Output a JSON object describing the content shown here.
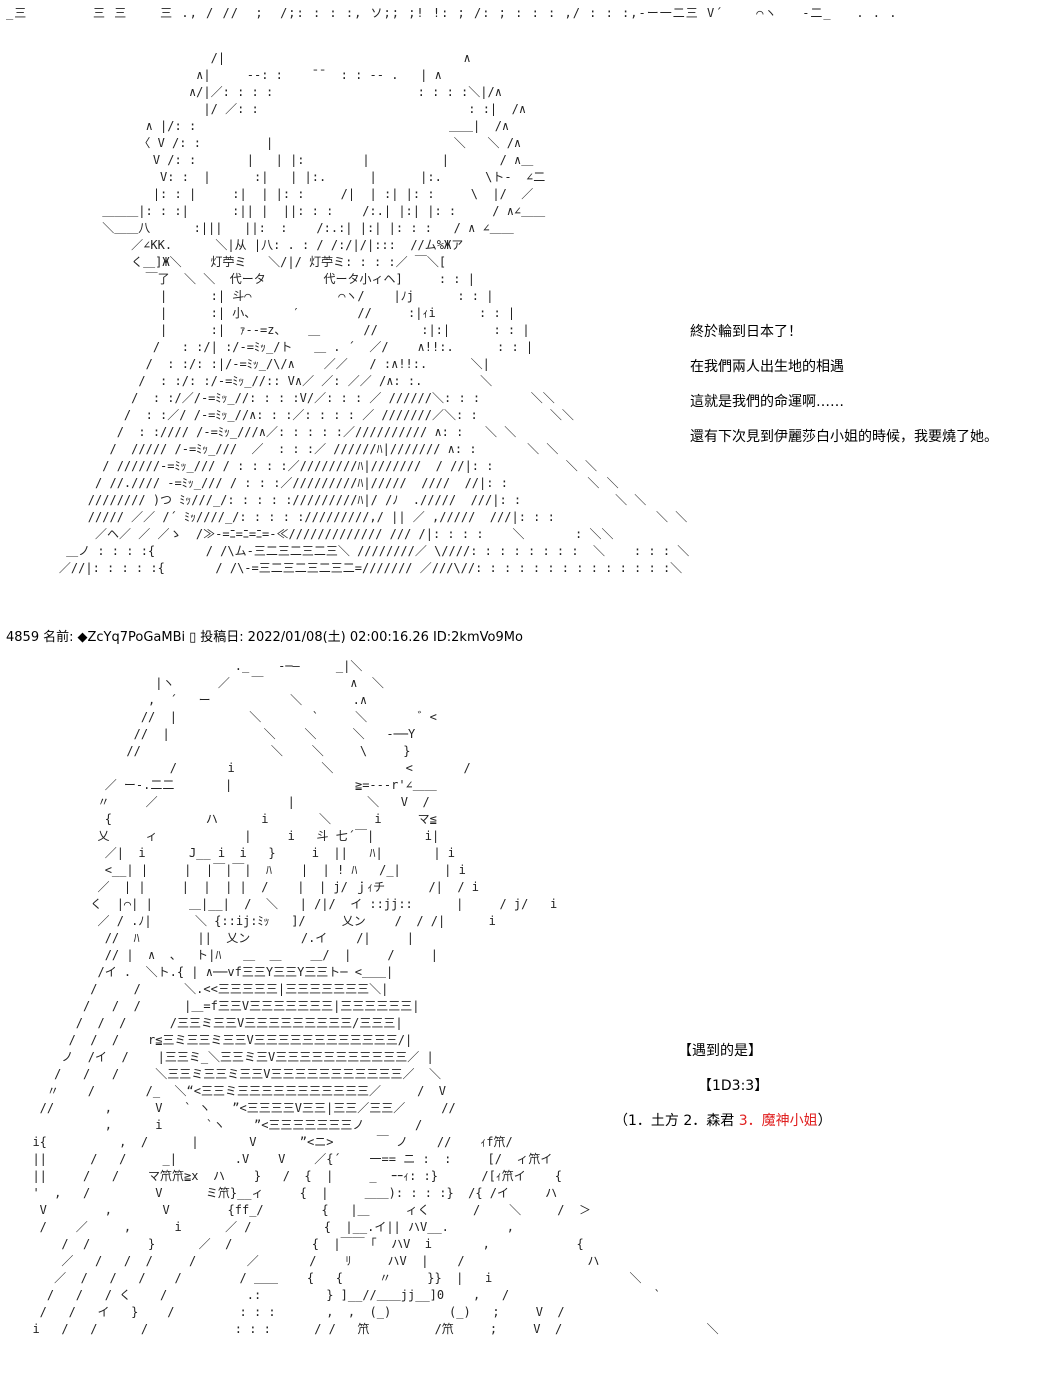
{
  "top_line": "_三        三 三    三 ., / //  ;  /;: : : :, ソ;; ;! !: ; /: ; : : : ,/ : : :,-ー一二三 V´    ⌒ヽ   -二_   . . .",
  "art_top": "                         /|                                 ∧\n                       ∧|     -‐: :    ̄ ̄   : : -‐ .   | ∧\n                      ∧/|／: : : :                    : : : :＼|/∧\n                        |/ ／: :                             : :|  /∧\n                ∧ |/: :                                   ＿＿|  /∧\n               〈 V /: :         |                         ＼   ＼ /∧\n                 V /: :       |   | |:        |          |       / ∧＿\n                  V: :  |      :|   | |:.      |      |:.      \\ト-  ∠二\n                 |: : |     :|  | |: :     /|  | :| |: :     \\  |/  ／\n          ＿＿＿|: : :|      :|| |  ||: : :    /:.| |:| |: :     / ∧∠＿＿\n          ＼＿＿八      :|||   ||:  :    /:.:| |:| |: : :   / ∧ ∠＿＿\n              ／∠KK.      ＼|从 |八: . : / /:/|/|:::  //ム%Жア\n              く＿]Ж＼    灯苧ミ   ＼/|/ 灯苧ミ: : : :／ ￣＼[\n                ￣了  ＼ ＼  代ータ        代ータ小ィヘ]     : : |\n                  |      :| 斗⌒            ⌒ヽ/    |ﾉj      : : |\n                  |      :| 小、     ′        //     :|ｨi      : : |\n                  |      :|  ｧ‐‐=z、   ＿      //      :|:|      : : |\n                 /   : :/| :/‐=ﾐｯ_/ト   ＿ . ´  ／/    ∧!!:.      : : |\n                /  : :/: :|/‐=ﾐｯ_/\\/∧    ／／   / :∧!!:.      ＼|\n               /  : :/: :/‐=ﾐｯ_//:: V∧／ ／: ／／ /∧: :.        ＼\n              /  : :/／/‐=ﾐｯ_//: : : :V/／: : : ／ //////＼: : :       ＼＼\n             /  : :／/ /‐=ﾐｯ_//∧: : :／: : : : ／ ///////／＼: :          ＼＼\n            /  : ://// /‐=ﾐｯ_///∧／: : : : :／////////// ∧: :   ＼ ＼\n           /  ///// /‐=ﾐｯ_///  ／  : : :／ //////ﾊ|/////// ∧: :       ＼ ＼\n          / //////‐=ﾐｯ_/// / : : : :／////////ﾊ|///////  / //|: :          ＼ ＼\n         / //.//// ‐=ﾐｯ_/// / : : :／/////////ﾊ|/////  ////  //|: :           ＼ ＼\n        //////// )つ ﾐｯ///_/: : : : ://///////ﾊ|/ /ﾉ  ./////  ///|: :             ＼ ＼\n        ///// ／／ /´ ﾐｯ////_/: : : : ://///////,/ || ／ ,/////  ///|: : :              ＼ ＼\n         ／ヘ／ ／ ／ゝ  /≫‐=ﾆ=ﾆ=ﾆ=‐≪///////////// /// /|: : : :    ＼       : ＼＼\n     ＿ノ : : : :{       / /\\ム‐三二三二三二三＼ ////////／ \\////: : : : : : : :  ＼    : : : ＼\n    ／//|: : : : :{       / /\\‐=三二三二三二三二=/////// ／///\\//: : : : : : : : : : : : : :＼",
  "caption1": {
    "lines": [
      "終於輪到日本了！",
      "在我們兩人出生地的相遇",
      "這就是我們的命運啊……",
      "還有下次見到伊麗莎白小姐的時候，我要燒了她。"
    ]
  },
  "post_header": {
    "number": "4859",
    "name_label": "名前:",
    "trip": "◆ZcYq7PoGaMBi",
    "box": "▯",
    "date_label": "投稿日:",
    "date": "2022/01/08(土) 02:00:16.26",
    "id": "ID:2kmVo9Mo"
  },
  "art_bottom": "                              ._    ‐─―     _|＼\n                   |ヽ      ／   ￣            ∧  ＼\n                  ,  ´   ー           ＼       .∧\n                 //  |          ＼       `     ＼       ゛<\n                //  |             ＼    ＼     ＼   -──Y\n               //                  ＼    ＼     \\     }\n                     /       i            ＼          <       /\n            ／ ー-.二二       |                 ≧=‐‐‐r'∠＿＿\n           〃     ／                  |          ＼   V  /\n            {             ハ      i       ＼      i     マ≦\n           乂     ィ            |     i   斗 七´￣|       i|\n            ／|  i      J__ i  i   }     i  ||   ﾊ|       | i\n            <__| |     |  |￣|￣|  ﾊ    |  | ! ﾊ   /_|      | i\n           ／  | |     |  |  | |  /    |  | j/ ｊｨチ      /|  / i\n          く  |⌒| |     ＿|__|  /  ＼   | /|/  イ ::jj::      |     / j/   i\n           ／ / .ﾉ|      ＼ {::ij:ﾐｯ   ]/     乂ン    /  / /|      i\n            //  ﾊ        ||  乂ン       /.イ    /|     |\n            // |  ∧  、  ト|ﾊ   ＿  ＿    ＿/  |     /     |\n           /イ .  ＼ト.{ | ∧──vf三三Y三三Y三三ト─ <＿＿|\n          /     /      ＼.<<三三三三三|三三三三三三三＼|\n         /   /  /      |＿=f三三V三三三三三三三|三三三三三三|\n        /  /  /      /三三ミ三三V三三三三三三三三三/三三三|\n       /  /  /    r≦三ミ三三ミ三三V三三三三三三三三三三三三/|\n      ノ  /イ  /    |三三ミ_＼三三ミ三V三三三三三三三三三三三／ |\n     /   /   /     ＼三三ミ三三ミ三三V三三三三三三三三三三三／  ＼\n    〃    /       /_  ＼“<三三ミ三三三三三三三三三三三／     /  V\n   //       ,      V   ` ヽ   ”<三三三三V三三|三三／三三／     //\n            ,      i      `ヽ    ”<三三三三三三三ノ       /\n  i{          ,  /      |       V      ”<ニ>      ￣ ノ    //    ｨf笊/\n  ||      /   /     _|        .V    V    ／{´    一== ニ :  :     [/  ィ笊イ\n  ||     /   /    マ笊笊≧x  ハ    }   /  {  |     _  ｰｰｨ: :}      /[ｨ笊イ    {\n  '  ,   /         V      ミ笊}__ィ     {  |     ＿＿): : : :}  /{ /イ     ハ\n   V        ,       V        {ff_/        {   |＿     ィく      /    ＼     /  ＞\n   /    ／     ,      i      ／ /          {  |__.イ|| ハV__.        ,\n      /  /        }      ／  /           {  |￣￣「  ハV  i       ,            {\n      ／   /   /  /     /       ／       /    ﾘ     ハV  |    /                 ハ\n     ／  /   /   /    /        / ＿＿    {   {     〃     }}  |   i                   ＼\n    /   /   / く    /           .:         } ]__//＿＿jj__]0    ,   /                    `\n   /   /   イ   }    /         : : :       ,  ,  (_)        (_)   ;     V  /\n  i   /   /      /            : : :      / /   笊         /笊     ;     V  /                    ＼",
  "roll": {
    "title": "【遇到的是】",
    "dice": "【1D3:3】",
    "options_prefix": "（1．土方  2．森君  ",
    "selected": "3．魔神小姐",
    "options_suffix": "）",
    "selected_color": "#e02020"
  }
}
